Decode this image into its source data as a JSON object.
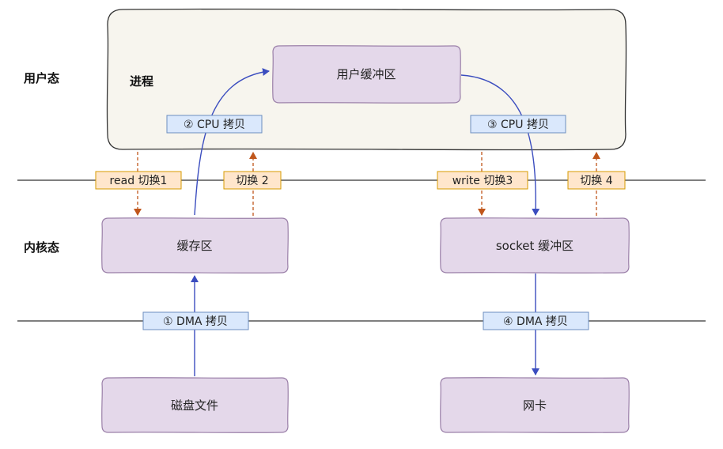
{
  "zones": {
    "user": "用户态",
    "kernel": "内核态"
  },
  "process": {
    "label": "进程",
    "buffer": "用户缓冲区"
  },
  "kernel_boxes": {
    "cache": "缓存区",
    "socket": "socket 缓冲区"
  },
  "devices": {
    "disk": "磁盘文件",
    "nic": "网卡"
  },
  "copies": {
    "dma_read": "① DMA 拷贝",
    "cpu_read": "② CPU 拷贝",
    "cpu_write": "③ CPU 拷贝",
    "dma_write": "④ DMA 拷贝"
  },
  "switches": {
    "s1": "read 切换1",
    "s2": "切换 2",
    "s3": "write 切换3",
    "s4": "切换 4"
  },
  "colors": {
    "process_fill": "#f7f5ee",
    "box_fill": "#e4d8ea",
    "box_stroke": "#9a7fa8",
    "copy_tag_fill": "#dae8fc",
    "copy_tag_stroke": "#6c8ebf",
    "switch_tag_fill": "#ffe6cc",
    "switch_tag_stroke": "#d79b00",
    "data_arrow": "#3b4dbf",
    "switch_arrow": "#c0561b",
    "line": "#333333"
  }
}
